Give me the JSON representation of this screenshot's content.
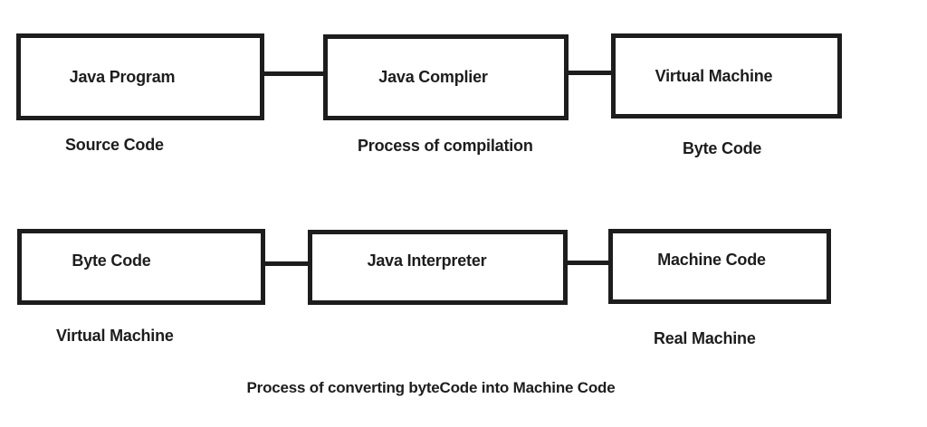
{
  "diagram": {
    "colors": {
      "background": "#ffffff",
      "ink": "#1d1d1d"
    },
    "top_row": [
      {
        "box_label": "Java Program",
        "sub_label": "Source Code"
      },
      {
        "box_label": "Java Complier",
        "sub_label": "Process of compilation"
      },
      {
        "box_label": "Virtual Machine",
        "sub_label": "Byte Code"
      }
    ],
    "bottom_row": [
      {
        "box_label": "Byte Code",
        "sub_label": "Virtual Machine"
      },
      {
        "box_label": "Java Interpreter",
        "sub_label": ""
      },
      {
        "box_label": "Machine Code",
        "sub_label": "Real Machine"
      }
    ],
    "caption": "Process of converting byteCode into Machine Code"
  }
}
